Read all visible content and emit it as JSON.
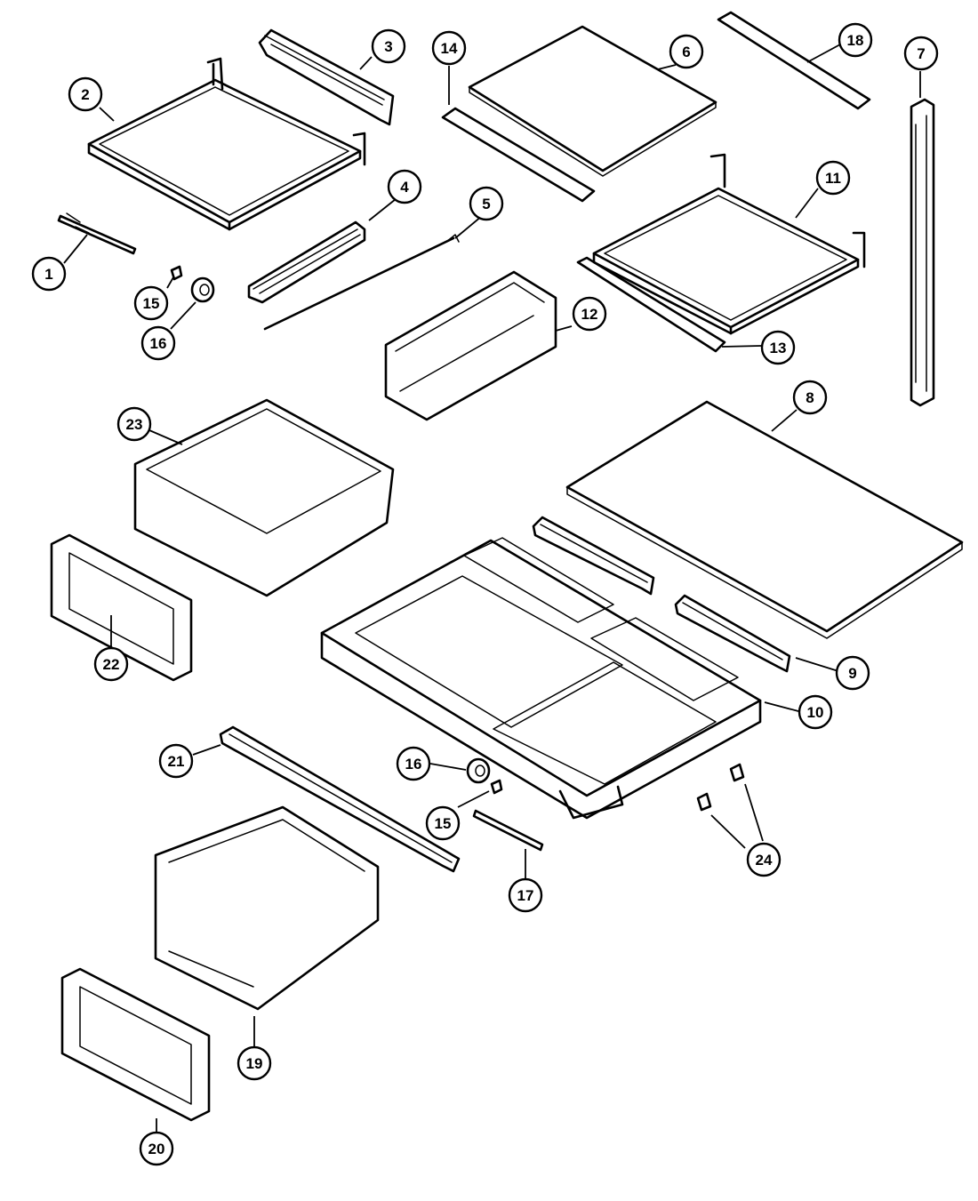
{
  "callouts": [
    {
      "id": "1",
      "label": "1"
    },
    {
      "id": "2",
      "label": "2"
    },
    {
      "id": "3",
      "label": "3"
    },
    {
      "id": "4",
      "label": "4"
    },
    {
      "id": "5",
      "label": "5"
    },
    {
      "id": "6",
      "label": "6"
    },
    {
      "id": "7",
      "label": "7"
    },
    {
      "id": "8",
      "label": "8"
    },
    {
      "id": "9",
      "label": "9"
    },
    {
      "id": "10",
      "label": "10"
    },
    {
      "id": "11",
      "label": "11"
    },
    {
      "id": "12",
      "label": "12"
    },
    {
      "id": "13",
      "label": "13"
    },
    {
      "id": "14",
      "label": "14"
    },
    {
      "id": "15a",
      "label": "15"
    },
    {
      "id": "15b",
      "label": "15"
    },
    {
      "id": "16a",
      "label": "16"
    },
    {
      "id": "16b",
      "label": "16"
    },
    {
      "id": "17",
      "label": "17"
    },
    {
      "id": "18",
      "label": "18"
    },
    {
      "id": "19",
      "label": "19"
    },
    {
      "id": "20",
      "label": "20"
    },
    {
      "id": "21",
      "label": "21"
    },
    {
      "id": "22",
      "label": "22"
    },
    {
      "id": "23",
      "label": "23"
    },
    {
      "id": "24",
      "label": "24"
    }
  ],
  "colors": {
    "line": "#000000",
    "background": "#ffffff"
  }
}
